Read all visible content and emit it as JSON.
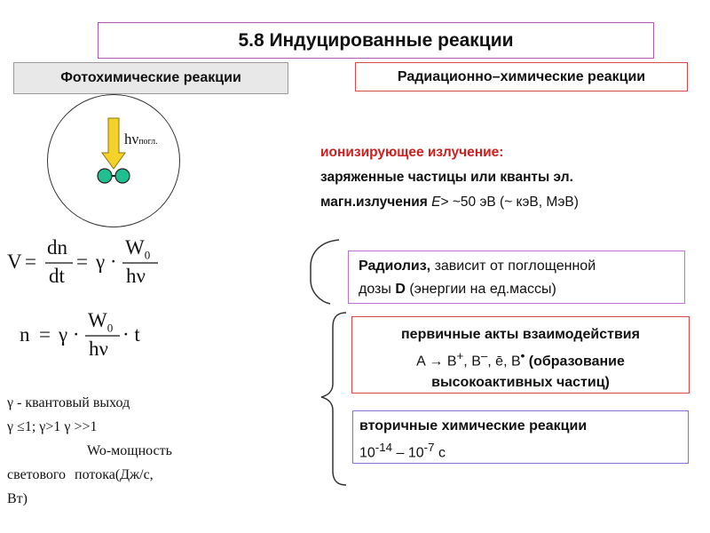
{
  "title": "5.8 Индуцированные реакции",
  "photochemical": {
    "header": "Фотохимические реакции",
    "hv_main": "hν",
    "hv_sub": "погл."
  },
  "radiation": {
    "header": "Радиационно–химические реакции",
    "line1": "ионизирующее излучение:",
    "line2": "заряженные частицы или кванты эл.",
    "line3_a": "магн.излучения ",
    "line3_e": "E",
    "line3_b": "> ~50 эВ (~ кэВ, МэВ)"
  },
  "radiolysis": {
    "bold": "Радиолиз,",
    "rest1": " зависит от поглощенной",
    "line2_a": "дозы ",
    "line2_d": "D",
    "line2_b": " (энергии на ед.массы)"
  },
  "primary": {
    "line1": "первичные акты взаимодействия",
    "line2_a": "A → B",
    "sup_plus": "+",
    "line2_b": ", B",
    "sup_minus": "–",
    "line2_c": ", ē,  B",
    "sup_dot": "•",
    "line2_d": " (образование",
    "line3": "высокоактивных частиц)"
  },
  "secondary": {
    "line1": "вторичные химические реакции",
    "line2_a": "10",
    "exp1": "-14",
    "line2_b": " – 10",
    "exp2": "-7",
    "line2_c": " с"
  },
  "formulas": {
    "v": "V",
    "eq": "=",
    "dn": "dn",
    "dt": "dt",
    "gamma_dot": "γ ·",
    "w": "W",
    "w_sub": "0",
    "hnu": "hν",
    "n": "n",
    "dot_t": "· t"
  },
  "legend": {
    "line1": "γ - квантовый выход",
    "line2": "γ ≤1; γ>1  γ >>1",
    "line3": "Wo-мощность",
    "line4": "светового потока(Дж/с,",
    "line5": "Вт)"
  },
  "colors": {
    "title_border": "#b25aa8",
    "red_accent": "#cc2020",
    "arrow_fill": "#f5d22a",
    "molecule_fill": "#1fbf8f"
  }
}
